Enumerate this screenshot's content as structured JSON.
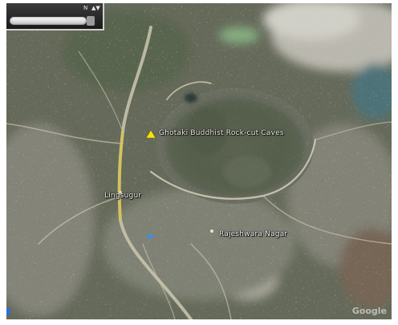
{
  "map": {
    "labels": [
      {
        "id": "site",
        "text": "Ghotaki Buddhist Rock-cut Caves"
      },
      {
        "id": "town",
        "text": "Lingsugur"
      },
      {
        "id": "nagar",
        "text": "Rajeshwara Nagar"
      }
    ],
    "watermark": "Google",
    "nav": {
      "tiny_left": "N",
      "tiny_right": "▲▼"
    },
    "colors": {
      "terrain": "#5d6150",
      "road": "#c9c2a8",
      "highway": "#d8c24a",
      "hill": "#4f5a44",
      "urban": "#8d8e84",
      "water": "#3f6a72"
    },
    "markers": [
      {
        "id": "site-pin",
        "icon": "yellow-pin-icon"
      },
      {
        "id": "town-pin",
        "icon": "dot-icon"
      },
      {
        "id": "nagar-pin",
        "icon": "dot-icon"
      }
    ]
  }
}
